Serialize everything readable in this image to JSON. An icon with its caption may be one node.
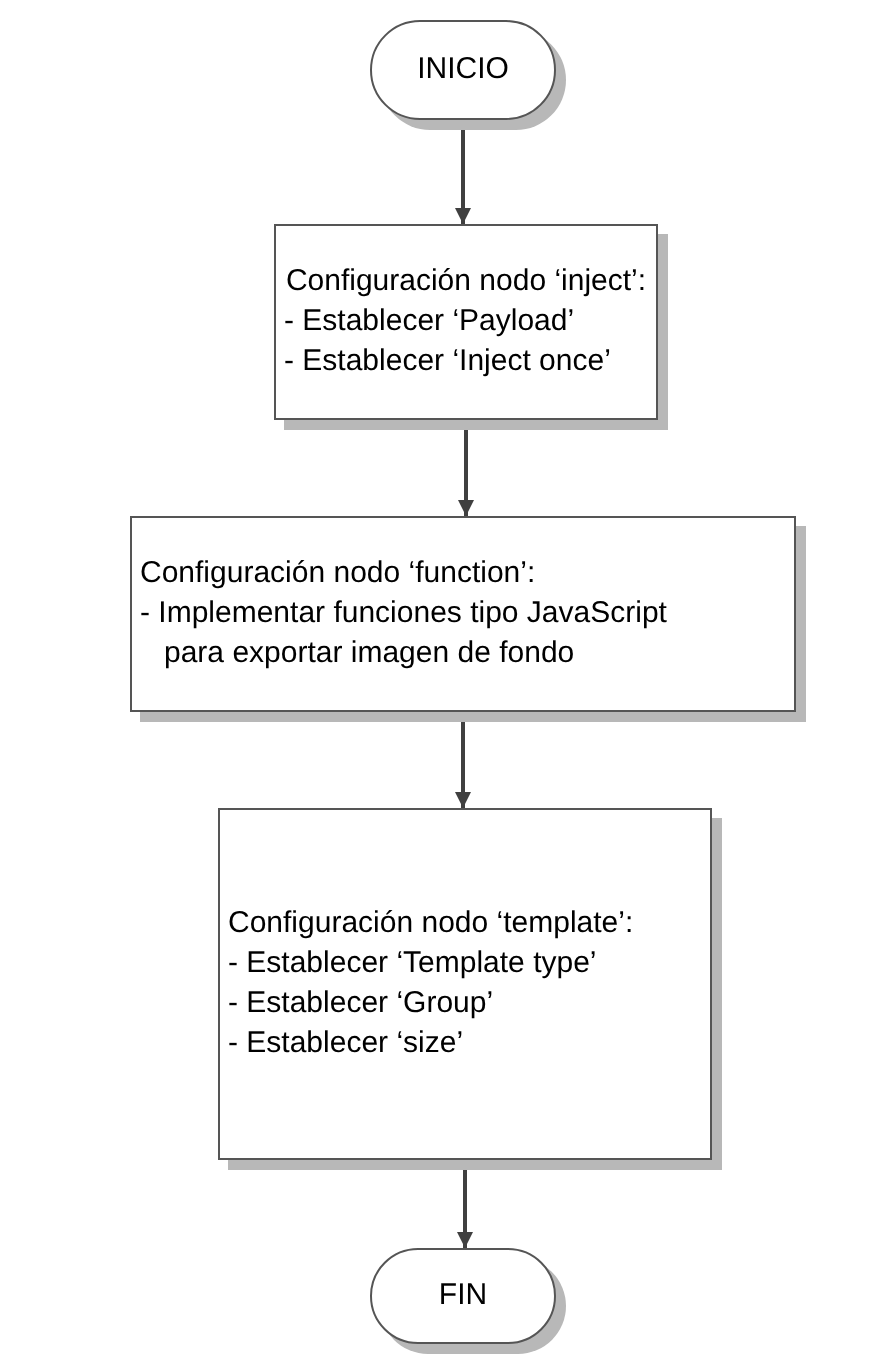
{
  "diagram": {
    "nodes": [
      {
        "text": [
          "INICIO"
        ]
      },
      {
        "text": [
          "Configuración nodo ‘inject’:",
          "- Establecer ‘Payload’",
          "- Establecer ‘Inject once’"
        ]
      },
      {
        "text": [
          "Configuración nodo ‘function’:",
          "- Implementar funciones tipo JavaScript para exportar imagen de fondo"
        ]
      },
      {
        "text": [
          "Configuración nodo ‘template’:",
          "- Establecer ‘Template type’",
          "- Establecer ‘Group’",
          "- Establecer ‘size’"
        ]
      },
      {
        "text": [
          "FIN"
        ]
      }
    ],
    "edges": [
      {
        "from": 0,
        "to": 1,
        "arrow": "to"
      },
      {
        "from": 1,
        "to": 2,
        "arrow": "to"
      },
      {
        "from": 2,
        "to": 3,
        "arrow": "to"
      },
      {
        "from": 3,
        "to": 4,
        "arrow": "to"
      }
    ]
  }
}
